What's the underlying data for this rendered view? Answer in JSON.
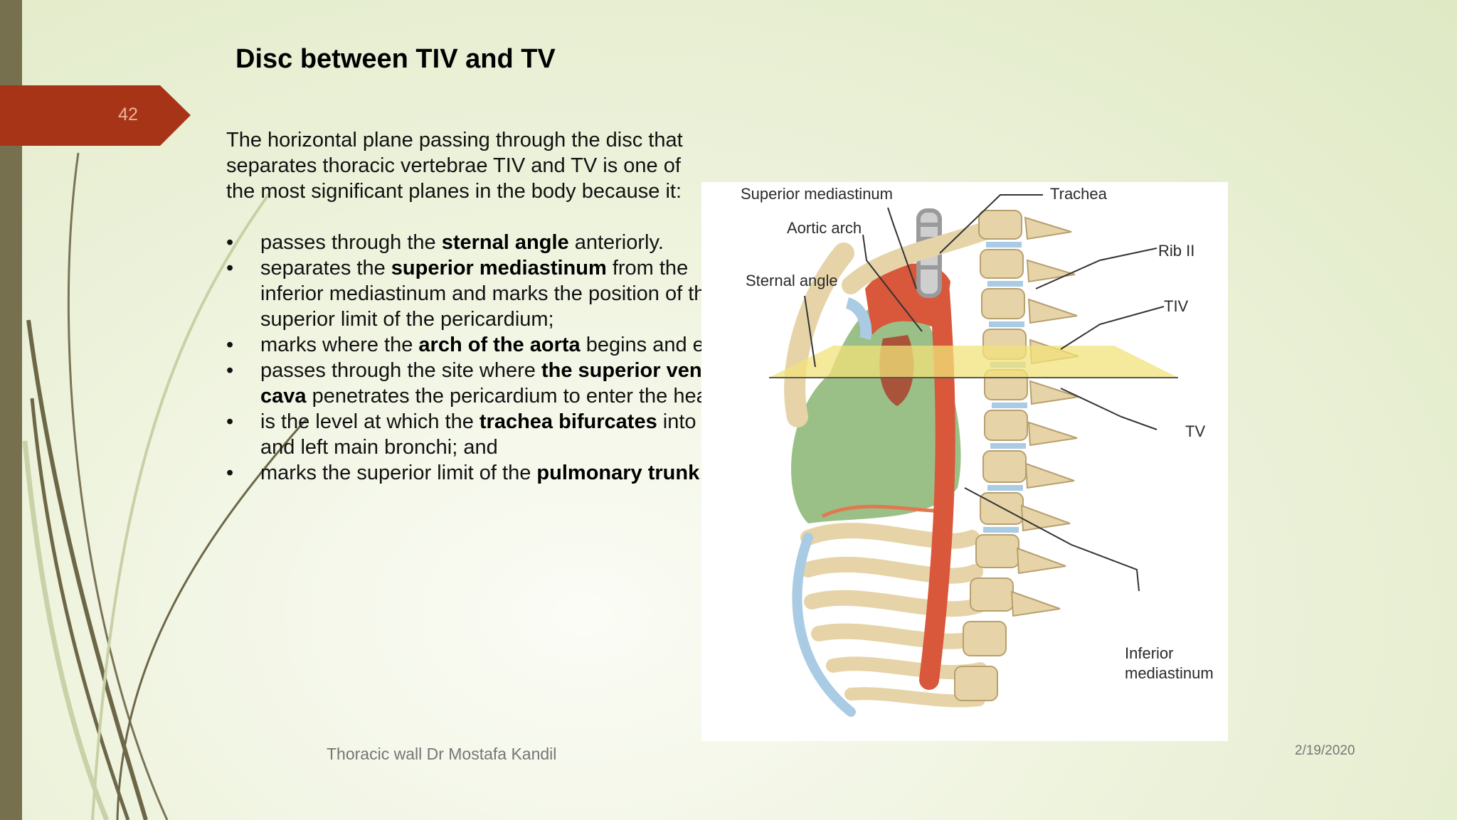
{
  "slide": {
    "number": "42",
    "title": "Disc between TIV and TV",
    "intro_lines": [
      "The horizontal plane passing through the disc that",
      "separates thoracic vertebrae TIV and TV is one of",
      "the most significant planes in the body because it:"
    ],
    "bullet_char": "•",
    "bullets": [
      {
        "lines": [
          {
            "parts": [
              {
                "t": "passes through the "
              },
              {
                "t": "sternal angle",
                "b": true
              },
              {
                "t": " anteriorly."
              }
            ]
          }
        ]
      },
      {
        "lines": [
          {
            "parts": [
              {
                "t": "separates the "
              },
              {
                "t": "superior mediastinum",
                "b": true
              },
              {
                "t": " from the"
              }
            ]
          },
          {
            "parts": [
              {
                "t": "inferior mediastinum and marks the position of the"
              }
            ]
          },
          {
            "parts": [
              {
                "t": "superior limit of the pericardium;"
              }
            ]
          }
        ]
      },
      {
        "lines": [
          {
            "parts": [
              {
                "t": "marks where the "
              },
              {
                "t": "arch of the aorta",
                "b": true
              },
              {
                "t": " begins and ends;"
              }
            ]
          }
        ]
      },
      {
        "lines": [
          {
            "parts": [
              {
                "t": "passes through the site where "
              },
              {
                "t": "the superior vena",
                "b": true
              }
            ]
          },
          {
            "parts": [
              {
                "t": "cava",
                "b": true
              },
              {
                "t": " penetrates the pericardium to enter the heart;"
              }
            ]
          }
        ]
      },
      {
        "lines": [
          {
            "parts": [
              {
                "t": "is the level at which the "
              },
              {
                "t": "trachea bifurcates",
                "b": true
              },
              {
                "t": " into right"
              }
            ]
          },
          {
            "parts": [
              {
                "t": "and left main bronchi; and"
              }
            ]
          }
        ]
      },
      {
        "lines": [
          {
            "parts": [
              {
                "t": "marks the superior limit of the "
              },
              {
                "t": "pulmonary trunk",
                "b": true
              },
              {
                "t": "."
              }
            ]
          }
        ]
      }
    ]
  },
  "figure": {
    "labels": {
      "superior_mediastinum": "Superior mediastinum",
      "trachea": "Trachea",
      "aortic_arch": "Aortic arch",
      "rib_ii": "Rib II",
      "sternal_angle": "Sternal angle",
      "tiv": "TIV",
      "tv": "TV",
      "inferior_line1": "Inferior",
      "inferior_line2": "mediastinum"
    }
  },
  "footer": {
    "text": "Thoracic wall   Dr Mostafa Kandil",
    "date": "2/19/2020"
  },
  "colors": {
    "accent_tab": "#a83418",
    "side_bar": "#77704f",
    "plane": "#f1e27a",
    "heart": "#7fb069",
    "aorta": "#d9573a",
    "bone": "#e6d4a8"
  }
}
